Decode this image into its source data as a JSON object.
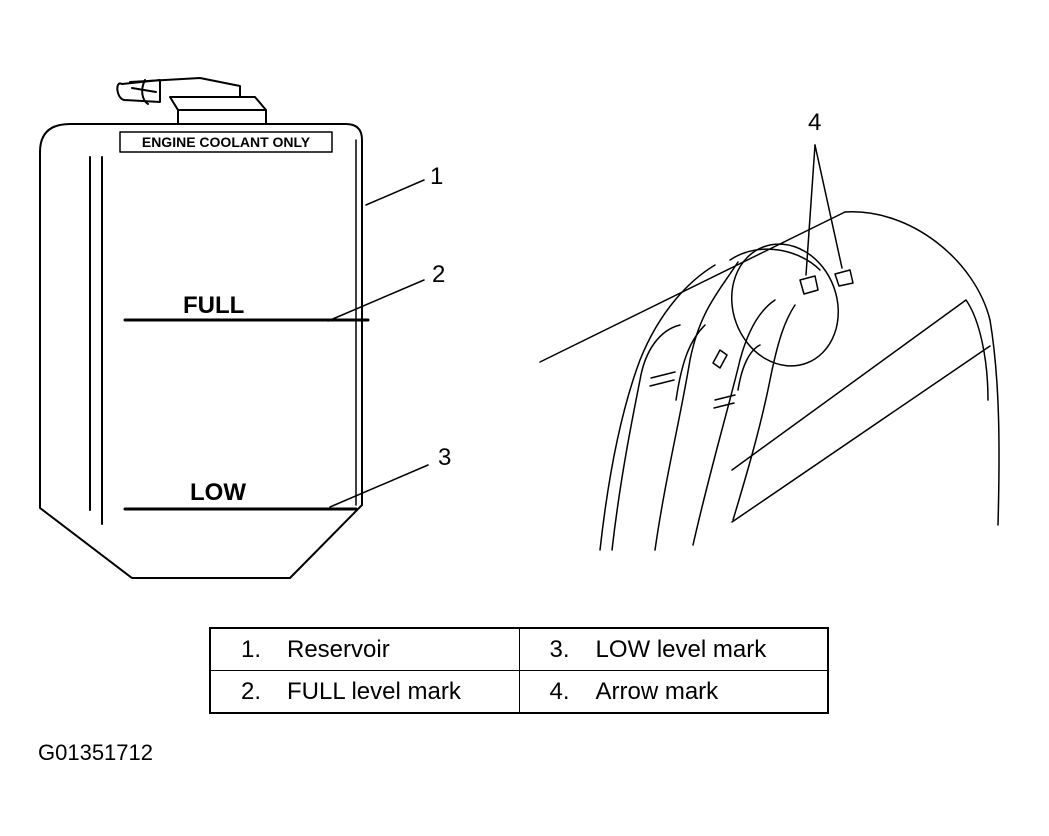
{
  "reservoir": {
    "cap_label": "ENGINE COOLANT ONLY",
    "full_label": "FULL",
    "low_label": "LOW"
  },
  "callouts": {
    "c1": "1",
    "c2": "2",
    "c3": "3",
    "c4": "4"
  },
  "legend": {
    "rows": [
      {
        "left": {
          "num": "1.",
          "text": "Reservoir"
        },
        "right": {
          "num": "3.",
          "text": "LOW level mark"
        }
      },
      {
        "left": {
          "num": "2.",
          "text": "FULL level mark"
        },
        "right": {
          "num": "4.",
          "text": "Arrow mark"
        }
      }
    ]
  },
  "figure_id": "G01351712"
}
